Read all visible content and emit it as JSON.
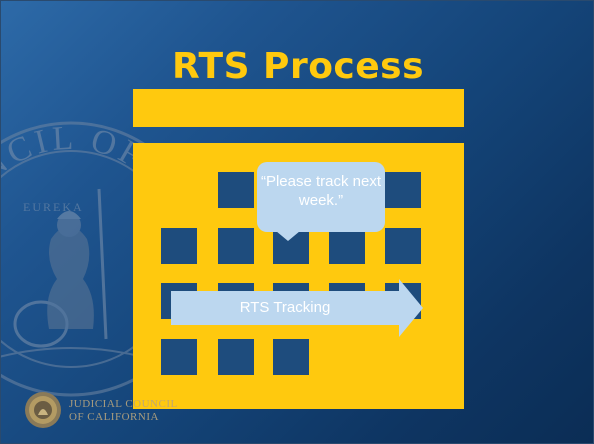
{
  "slide": {
    "title": "RTS Process",
    "callout_text": "“Please track next week.”",
    "arrow_label": "RTS Tracking",
    "footer_logo": {
      "line1": "JUDICIAL COUNCIL",
      "line2": "OF CALIFORNIA"
    },
    "watermark_text": {
      "arc": "COUNCIL OF",
      "motto": "EUREKA"
    }
  },
  "colors": {
    "accent_gold": "#ffc90e",
    "background_blue": "#1a4a80",
    "cell_blue": "#1e4c7d",
    "callout_fill": "#bcd7ef",
    "arrow_fill": "#bcd7ef"
  },
  "icons": [
    "seal-watermark-icon",
    "judicial-council-emblem-icon",
    "right-arrow-icon"
  ]
}
